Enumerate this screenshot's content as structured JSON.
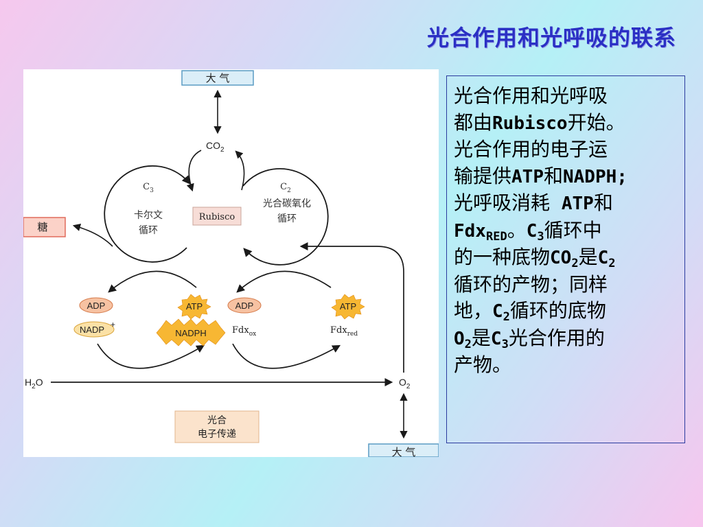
{
  "slide": {
    "title": "光合作用和光呼吸的联系"
  },
  "diagram": {
    "atmosphere_top": "大 气",
    "atmosphere_bottom": "大 气",
    "co2": "CO",
    "co2_sub": "2",
    "c3_cycle": {
      "symbol": "C",
      "symbol_sub": "3",
      "line1": "卡尔文",
      "line2": "循环"
    },
    "c2_cycle": {
      "symbol": "C",
      "symbol_sub": "2",
      "line1": "光合碳氧化",
      "line2": "循环"
    },
    "rubisco": "Rubisco",
    "sugar": "糖",
    "adp_left": "ADP",
    "nadp": "NADP",
    "nadp_sup": "+",
    "atp_left": "ATP",
    "nadph": "NADPH",
    "adp_right": "ADP",
    "fdx_ox": "Fdx",
    "fdx_ox_sub": "ox",
    "atp_right": "ATP",
    "fdx_red": "Fdx",
    "fdx_red_sub": "red",
    "h2o": "H",
    "h2o_sub": "2",
    "h2o_tail": "O",
    "o2": "O",
    "o2_sub": "2",
    "electron_line1": "光合",
    "electron_line2": "电子传递"
  },
  "text_box": {
    "l1": "光合作用和光呼吸",
    "l2a": "都由",
    "l2b": "Rubisco",
    "l2c": "开始。",
    "l3": "光合作用的电子运",
    "l4a": "输提供",
    "l4b": "ATP",
    "l4c": "和",
    "l4d": "NADPH;",
    "l5a": "光呼吸消耗 ",
    "l5b": "ATP",
    "l5c": "和",
    "l6a": "Fdx",
    "l6b": "RED",
    "l6c": "。",
    "l6d": "C",
    "l6e": "3",
    "l6f": "循环中",
    "l7a": "的一种底物",
    "l7b": "CO",
    "l7c": "2",
    "l7d": "是",
    "l7e": "C",
    "l7f": "2",
    "l8": "循环的产物；同样",
    "l9a": "地，",
    "l9b": "C",
    "l9c": "2",
    "l9d": "循环的底物",
    "l10a": "O",
    "l10b": "2",
    "l10c": "是",
    "l10d": "C",
    "l10e": "3",
    "l10f": "光合作用的",
    "l11": "产物。"
  },
  "colors": {
    "title": "#2a2fc4",
    "label_box_blue": "#dbeef8",
    "label_box_blue_border": "#5a9cc4",
    "sugar_box": "#fbd2c8",
    "sugar_border": "#e06a5a",
    "rubisco_box": "#f7ddd7",
    "electron_box": "#fbe3cc",
    "adp_pill": "#f7c2a2",
    "atp_star": "#f7b733",
    "arrow": "#1a1a1a"
  }
}
